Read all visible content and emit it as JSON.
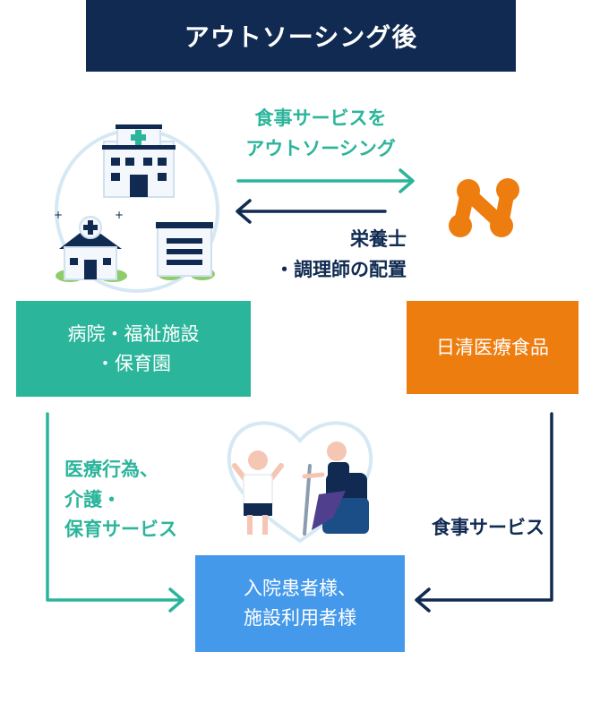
{
  "title": "アウトソーシング後",
  "arrows": {
    "outsourcing": [
      "食事サービスを",
      "アウトソーシング"
    ],
    "dietitian": [
      "栄養士",
      "・調理師の配置"
    ],
    "medical": [
      "医療行為、",
      "介護・",
      "保育サービス"
    ],
    "meal_service": "食事サービス"
  },
  "boxes": {
    "facility": [
      "病院・福祉施設",
      "・保育園"
    ],
    "nisshin": "日清医療食品",
    "patients": [
      "入院患者様、",
      "施設利用者様"
    ]
  },
  "colors": {
    "navy": "#102a52",
    "teal": "#2bb59b",
    "orange": "#ee7d0f",
    "blue": "#4599ea"
  }
}
